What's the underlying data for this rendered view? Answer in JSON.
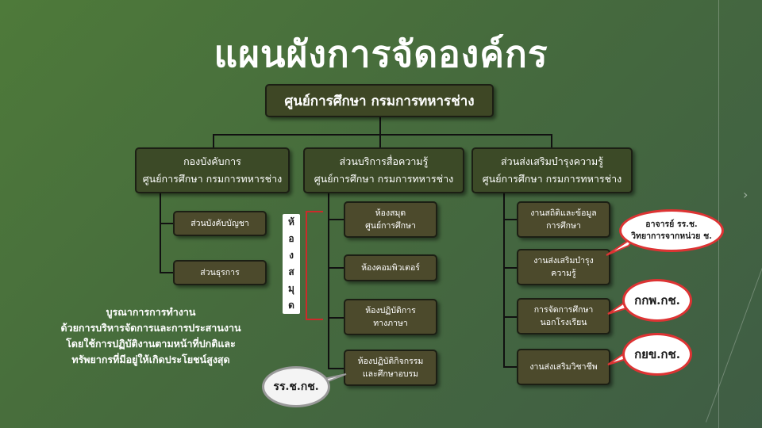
{
  "title": "แผนผังการจัดองค์กร",
  "root": "ศูนย์การศึกษา กรมการทหารช่าง",
  "level1": [
    {
      "line1": "กองบังคับการ",
      "line2": "ศูนย์การศึกษา กรมการทหารช่าง"
    },
    {
      "line1": "ส่วนบริการสื่อความรู้",
      "line2": "ศูนย์การศึกษา กรมการทหารช่าง"
    },
    {
      "line1": "ส่วนส่งเสริมบำรุงความรู้",
      "line2": "ศูนย์การศึกษา กรมการทหารช่าง"
    }
  ],
  "col1": [
    {
      "line1": "ส่วนบังคับบัญชา"
    },
    {
      "line1": "ส่วนธุรการ"
    }
  ],
  "col2": [
    {
      "line1": "ห้องสมุด",
      "line2": "ศูนย์การศึกษา"
    },
    {
      "line1": "ห้องคอมพิวเตอร์"
    },
    {
      "line1": "ห้องปฏิบัติการ",
      "line2": "ทางภาษา"
    },
    {
      "line1": "ห้องปฏิบัติกิจกรรม",
      "line2": "และศึกษาอบรม"
    }
  ],
  "col3": [
    {
      "line1": "งานสถิติและข้อมูล",
      "line2": "การศึกษา"
    },
    {
      "line1": "งานส่งเสริมบำรุง",
      "line2": "ความรู้"
    },
    {
      "line1": "การจัดการศึกษา",
      "line2": "นอกโรงเรียน"
    },
    {
      "line1": "งานส่งเสริมวิชาชีพ"
    }
  ],
  "library_vertical": [
    "ห้",
    "อ",
    "ง",
    "ส",
    "มุ",
    "ด"
  ],
  "note": [
    "บูรณาการการทำงาน",
    "ด้วยการบริหารจัดการและการประสานงาน",
    "โดยใช้การปฏิบัติงานตามหน้าที่ปกติและ",
    "ทรัพยากรที่มีอยู่ให้เกิดประโยชน์สูงสุด"
  ],
  "bubbles": {
    "b1_line1": "อาจารย์ รร.ช.",
    "b1_line2": "วิทยาการจากหน่วย ช.",
    "b2": "กกพ.กช.",
    "b3": "กยข.กช.",
    "b4": "รร.ช.กช."
  },
  "colors": {
    "accent_red": "#cc2a2a",
    "box_fill": "#4c4a2c",
    "root_fill": "#3e4725"
  }
}
